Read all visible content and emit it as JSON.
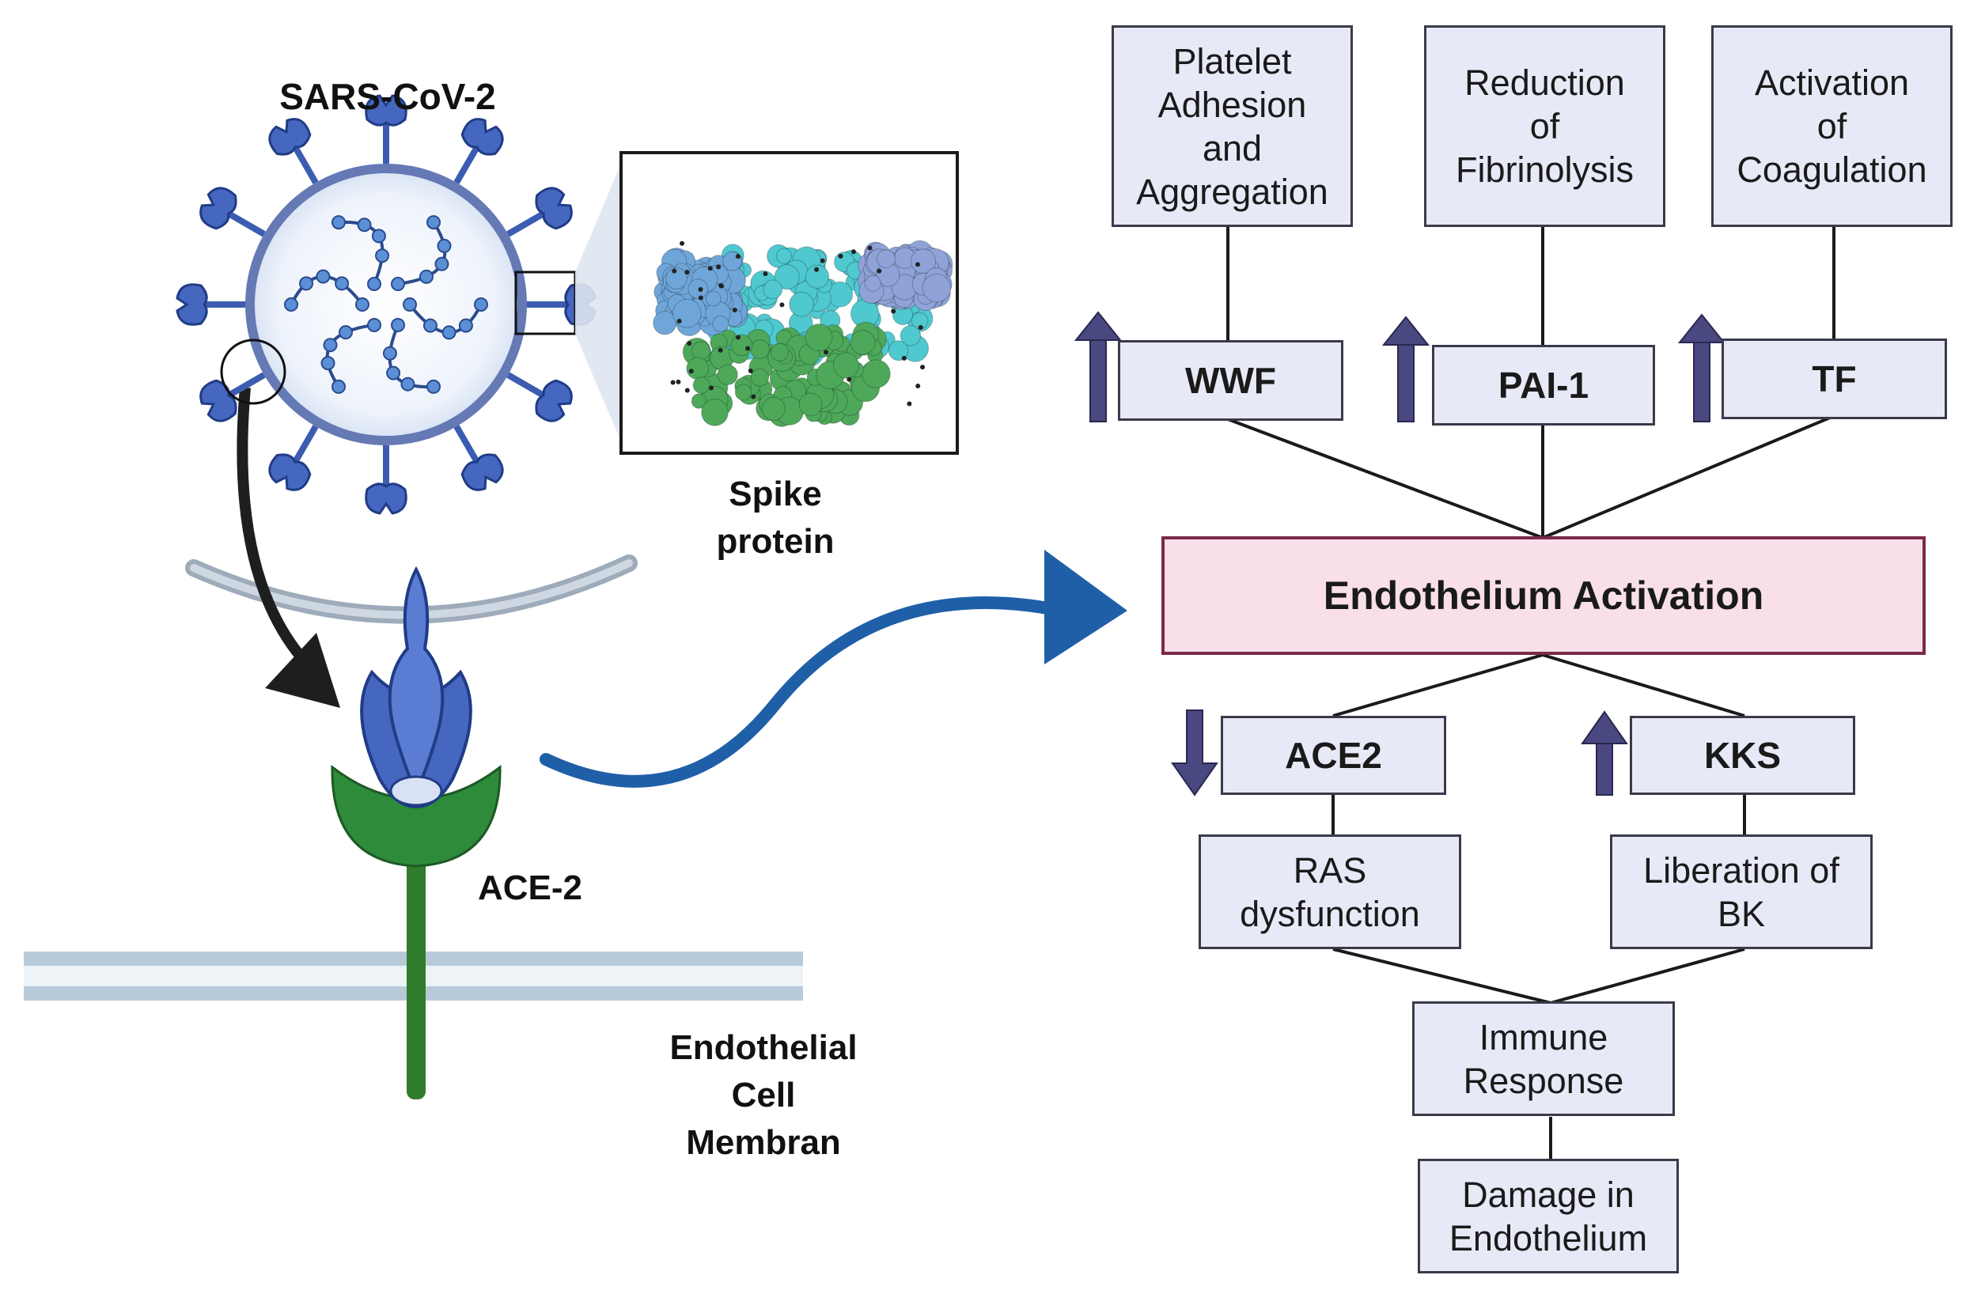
{
  "left": {
    "virus_label": "SARS-CoV-2",
    "spike_label_1": "Spike",
    "spike_label_2": "protein",
    "receptor_label": "ACE-2",
    "membrane_label_1": "Endothelial",
    "membrane_label_2": "Cell",
    "membrane_label_3": "Membran"
  },
  "top_boxes": [
    {
      "lines": [
        "Platelet",
        "Adhesion",
        "and",
        "Aggregation"
      ]
    },
    {
      "lines": [
        "Reduction",
        "of",
        "Fibrinolysis"
      ]
    },
    {
      "lines": [
        "Activation",
        "of",
        "Coagulation"
      ]
    }
  ],
  "markers": [
    {
      "label": "WWF",
      "direction": "up"
    },
    {
      "label": "PAI-1",
      "direction": "up"
    },
    {
      "label": "TF",
      "direction": "up"
    }
  ],
  "center": {
    "label": "Endothelium Activation"
  },
  "lower_markers": [
    {
      "label": "ACE2",
      "direction": "down"
    },
    {
      "label": "KKS",
      "direction": "up"
    }
  ],
  "effects": [
    {
      "lines": [
        "RAS",
        "dysfunction"
      ]
    },
    {
      "lines": [
        "Liberation of",
        "BK"
      ]
    }
  ],
  "immune": {
    "lines": [
      "Immune",
      "Response"
    ]
  },
  "damage": {
    "lines": [
      "Damage in",
      "Endothelium"
    ]
  },
  "colors": {
    "box_fill": "#e7e9f6",
    "center_fill": "#f8dfe9",
    "center_border": "#7b2a48",
    "arrow_marker": "#4a4880",
    "virus_blue": "#3f62b9",
    "receptor_green": "#2f8a3b",
    "flow_arrow": "#1e5fa8"
  }
}
